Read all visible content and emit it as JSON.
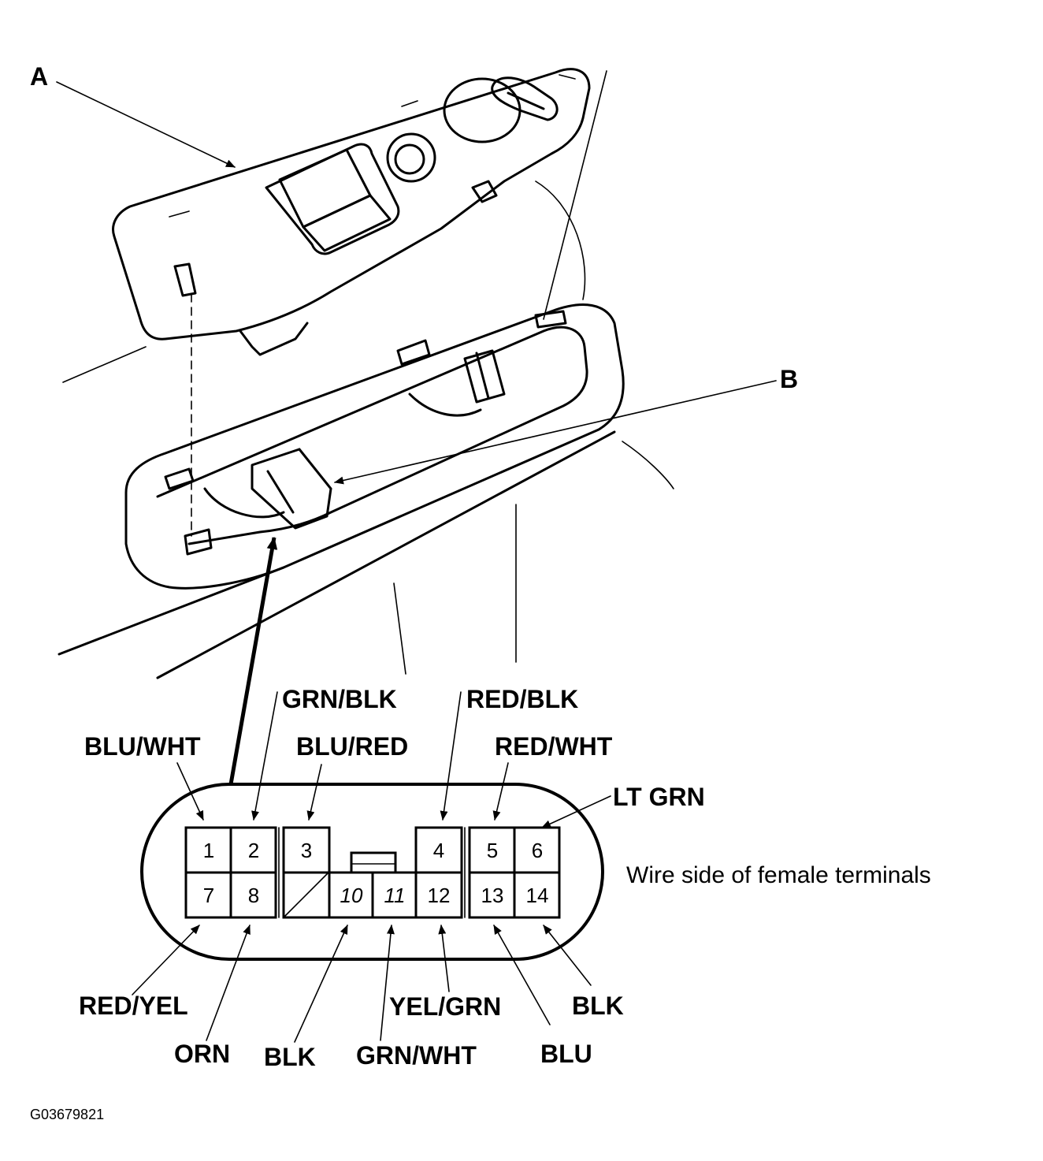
{
  "callouts": {
    "a": "A",
    "b": "B"
  },
  "caption": "Wire side of female terminals",
  "figure_id": "G03679821",
  "pins": {
    "p1": "1",
    "p2": "2",
    "p3": "3",
    "p4": "4",
    "p5": "5",
    "p6": "6",
    "p7": "7",
    "p8": "8",
    "p10": "10",
    "p11": "11",
    "p12": "12",
    "p13": "13",
    "p14": "14"
  },
  "wires": {
    "p1": "BLU/WHT",
    "p2": "GRN/BLK",
    "p3": "BLU/RED",
    "p4": "RED/BLK",
    "p5": "RED/WHT",
    "p6": "LT GRN",
    "p7": "RED/YEL",
    "p8": "ORN",
    "p10": "BLK",
    "p11": "GRN/WHT",
    "p12": "YEL/GRN",
    "p13": "BLU",
    "p14": "BLK"
  }
}
